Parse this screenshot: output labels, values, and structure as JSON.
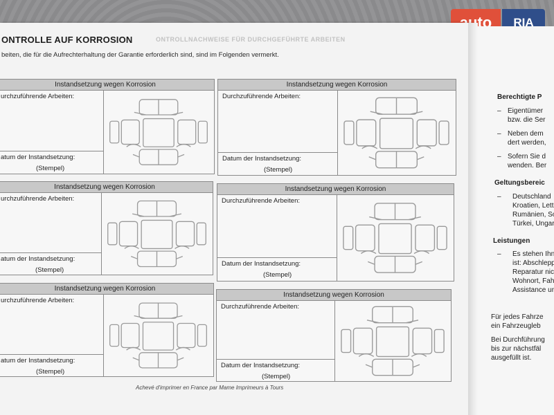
{
  "watermark": {
    "brand_left": "auto",
    "brand_right": "RIA"
  },
  "left_page": {
    "title": "ONTROLLE AUF KORROSION",
    "ghost_text": "ONTROLLNACHWEISE FÜR DURCHGEFÜHRTE ARBEITEN",
    "intro": "beiten, die für die Aufrechterhaltung der Garantie erforderlich sind, sind im Folgenden vermerkt.",
    "footer": "Achevé d'imprimer en France par Mame Imprimeurs à Tours",
    "cards": [
      {
        "header": "Instandsetzung wegen Korrosion",
        "work_label": "urchzuführende Arbeiten:",
        "date_label": "atum der Instandsetzung:",
        "stamp": "(Stempel)"
      },
      {
        "header": "Instandsetzung wegen Korrosion",
        "work_label": "Durchzuführende Arbeiten:",
        "date_label": "Datum der Instandsetzung:",
        "stamp": "(Stempel)"
      },
      {
        "header": "Instandsetzung wegen Korrosion",
        "work_label": "urchzuführende Arbeiten:",
        "date_label": "atum der Instandsetzung:",
        "stamp": "(Stempel)"
      },
      {
        "header": "Instandsetzung wegen Korrosion",
        "work_label": "Durchzuführende Arbeiten:",
        "date_label": "Datum der Instandsetzung:",
        "stamp": "(Stempel)"
      },
      {
        "header": "Instandsetzung wegen Korrosion",
        "work_label": "urchzuführende Arbeiten:",
        "date_label": "atum der Instandsetzung:",
        "stamp": "(Stempel)"
      },
      {
        "header": "Instandsetzung wegen Korrosion",
        "work_label": "Durchzuführende Arbeiten:",
        "date_label": "Datum der Instandsetzung:",
        "stamp": "(Stempel)"
      }
    ]
  },
  "right_page": {
    "h1": "Berechtigte P",
    "b1a": "Eigentümer",
    "b1b": "bzw. die Ser",
    "b2a": "Neben dem",
    "b2b": "dert werden,",
    "b3a": "Sofern Sie d",
    "b3b": "wenden. Ber",
    "h2": "Geltungsbereic",
    "b4a": "Deutschland",
    "b4b": "Kroatien, Lett",
    "b4c": "Rumänien, So",
    "b4d": "Türkei, Ungar",
    "h3": "Leistungen",
    "b5a": "Es stehen Ihn",
    "b5b": "ist: Abschlepp",
    "b5c": "Reparatur nic",
    "b5d": "Wohnort, Fah",
    "b5e": "Assistance un",
    "p1a": "Für jedes Fahrze",
    "p1b": "ein Fahrzeugleb",
    "p2a": "Bei Durchführung",
    "p2b": "bis zur nächstfäl",
    "p2c": "ausgefüllt ist.",
    "dash": "–"
  }
}
